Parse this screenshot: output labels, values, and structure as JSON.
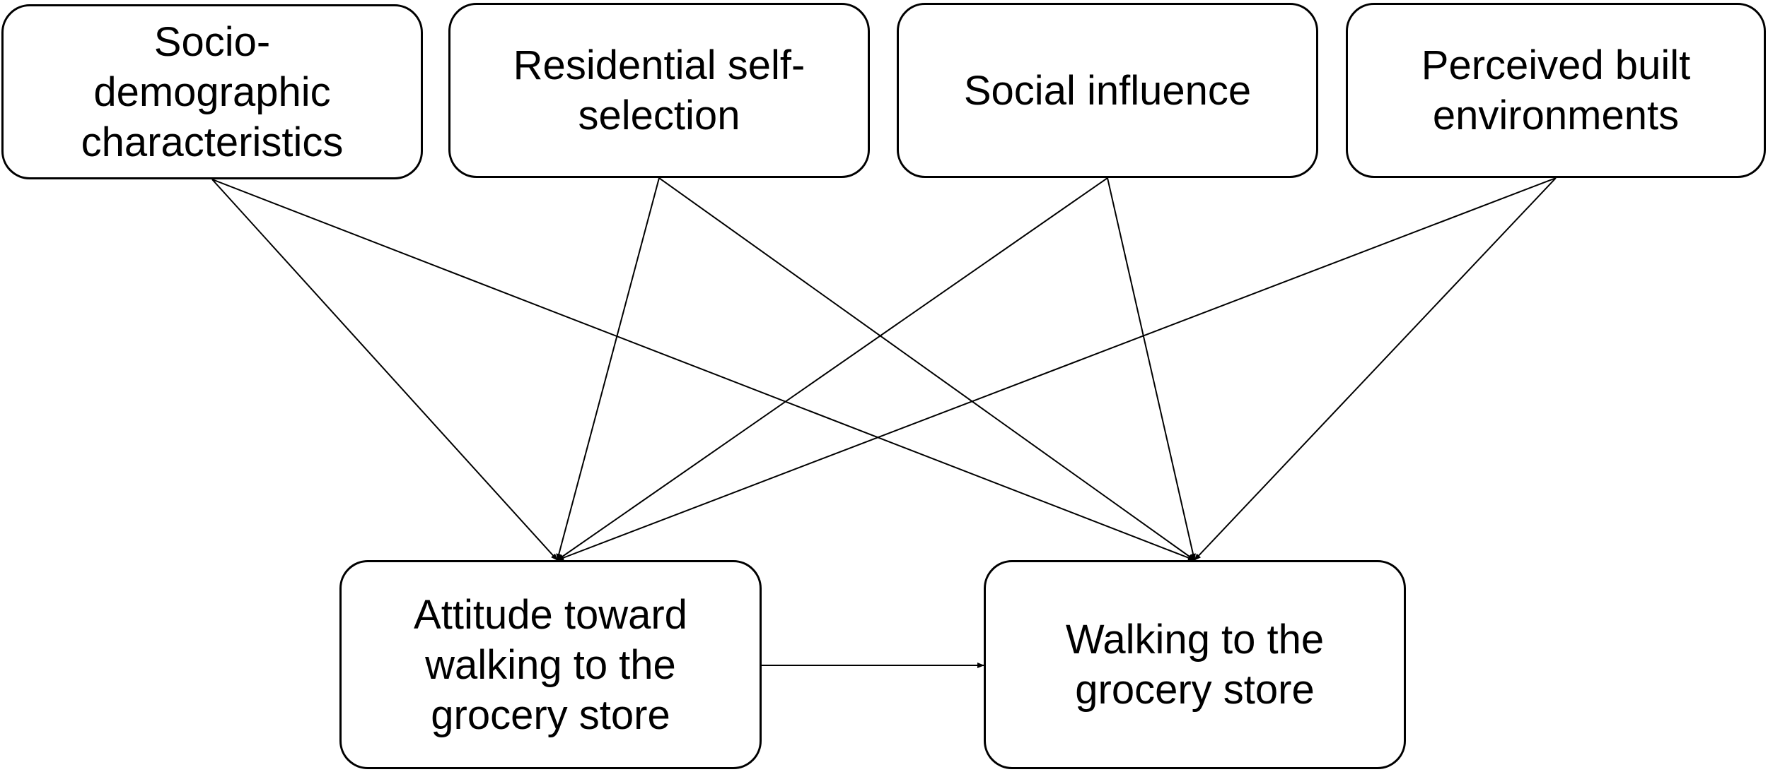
{
  "nodes": {
    "socio": "Socio-\ndemographic\ncharacteristics",
    "residential": "Residential self-\nselection",
    "social": "Social influence",
    "perceived": "Perceived built\nenvironments",
    "attitude": "Attitude toward\nwalking to the\ngrocery store",
    "walking": "Walking to the\ngrocery store"
  },
  "edges": [
    {
      "from": "socio",
      "to": "attitude"
    },
    {
      "from": "socio",
      "to": "walking"
    },
    {
      "from": "residential",
      "to": "attitude"
    },
    {
      "from": "residential",
      "to": "walking"
    },
    {
      "from": "social",
      "to": "attitude"
    },
    {
      "from": "social",
      "to": "walking"
    },
    {
      "from": "perceived",
      "to": "attitude"
    },
    {
      "from": "perceived",
      "to": "walking"
    },
    {
      "from": "attitude",
      "to": "walking"
    }
  ],
  "colors": {
    "stroke": "#000000",
    "background": "#ffffff",
    "text": "#000000"
  }
}
